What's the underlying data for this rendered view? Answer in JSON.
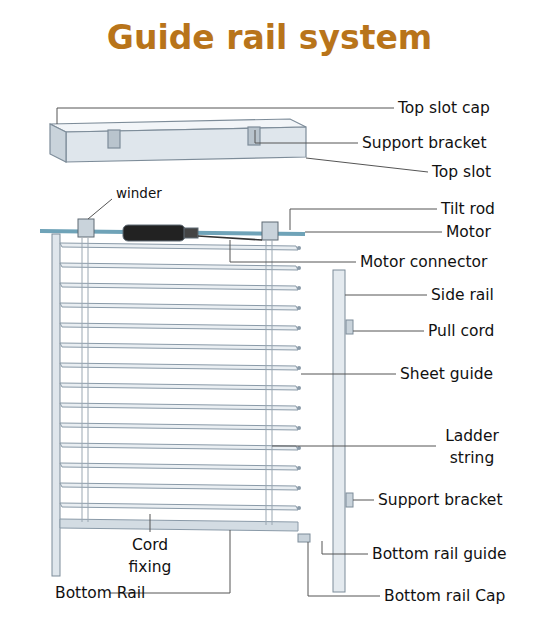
{
  "diagram": {
    "title": "Guide rail system",
    "labels": [
      "Top slot cap",
      "Support bracket",
      "Top slot",
      "winder",
      "Tilt rod",
      "Motor",
      "Motor connector",
      "Side rail",
      "Pull cord",
      "Sheet guide",
      "Ladder string",
      "Support bracket",
      "Bottom rail guide",
      "Cord fixing",
      "Bottom Rail",
      "Bottom rail Cap"
    ]
  }
}
